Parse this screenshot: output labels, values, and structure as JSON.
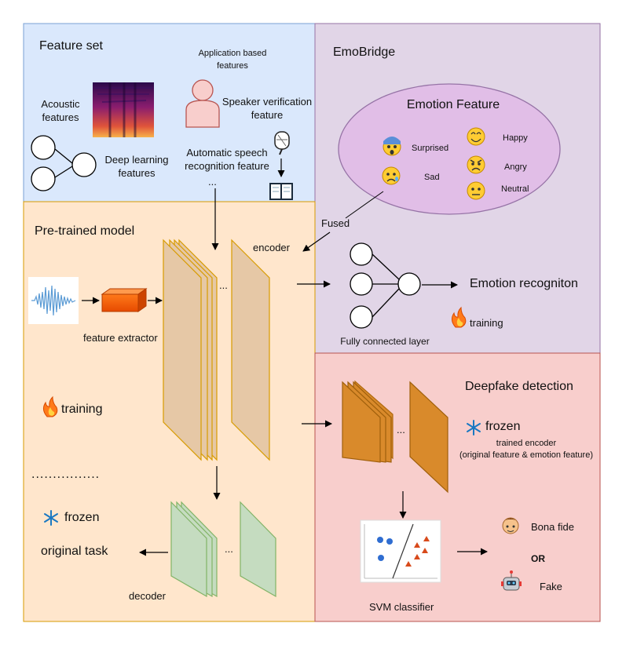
{
  "sections": {
    "feature_set": {
      "title": "Feature set",
      "acoustic": [
        "Acoustic",
        "features"
      ],
      "deep_learning": [
        "Deep learning",
        "features"
      ],
      "application": [
        "Application based",
        "features"
      ],
      "speaker": [
        "Speaker verification",
        "feature"
      ],
      "asr": [
        "Automatic speech",
        "recognition feature"
      ],
      "ellipsis": "..."
    },
    "emobridge": {
      "title": "EmoBridge",
      "emotion_feature": "Emotion Feature",
      "emotions": [
        "Surprised",
        "Happy",
        "Sad",
        "Angry",
        "Neutral"
      ],
      "fused": "Fused",
      "fc_layer": "Fully connected layer",
      "emotion_recognition": "Emotion recogniton",
      "training": "training"
    },
    "pretrained": {
      "title": "Pre-trained model",
      "encoder": "encoder",
      "feature_extractor": "feature extractor",
      "training": "training",
      "dots": "................",
      "frozen": "frozen",
      "original_task": "original task",
      "decoder": "decoder",
      "ellipsis": "..."
    },
    "deepfake": {
      "title": "Deepfake detection",
      "frozen": "frozen",
      "trained_encoder": [
        "trained encoder",
        "(original feature & emotion feature)"
      ],
      "svm": "SVM classifier",
      "bona_fide": "Bona fide",
      "or": "OR",
      "fake": "Fake",
      "ellipsis": "..."
    }
  },
  "colors": {
    "feature_set_bg": "#dae8fc",
    "emobridge_bg": "#e1d5e7",
    "pretrained_bg": "#ffe6cc",
    "deepfake_bg": "#f8cecc",
    "ellipse_fill": "#e1bee7",
    "encoder_layer": "#e6c8a6",
    "detector_layer": "#d98a2b",
    "decoder_layer": "#c5dcc0"
  },
  "icons": [
    "spectrogram-image",
    "person-icon",
    "microphone-icon",
    "book-icon",
    "fire-icon",
    "snowflake-icon",
    "waveform-image",
    "emoji-face-icon",
    "robot-icon"
  ]
}
